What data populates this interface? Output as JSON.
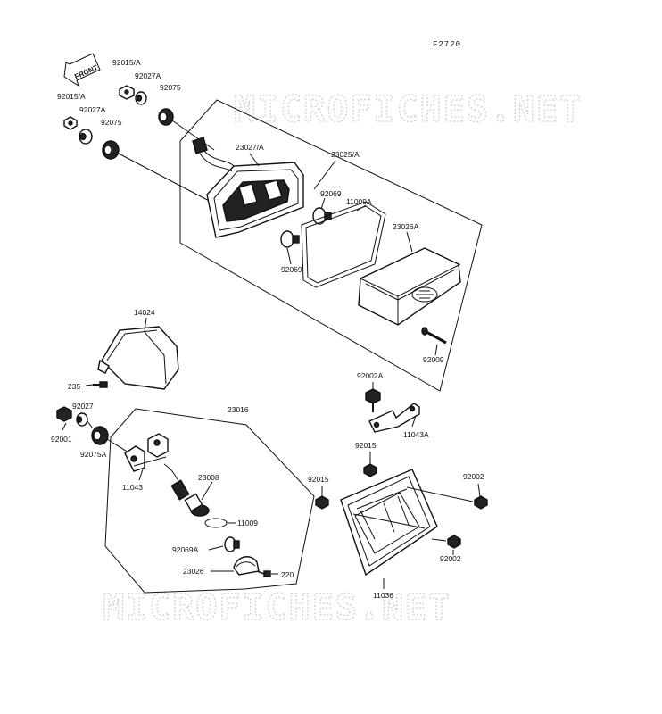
{
  "figure_code": "F2720",
  "front_label": "FRONT",
  "watermark": "MICROFICHES.NET",
  "labels": {
    "l92015A_top": "92015/A",
    "l92027A_top": "92027A",
    "l92075_top": "92075",
    "l92015A_left": "92015/A",
    "l92027A_left": "92027A",
    "l92075_left": "92075",
    "l23027A": "23027/A",
    "l23025A": "23025/A",
    "l92069_top": "92069",
    "l11009A": "11009A",
    "l23026A": "23026A",
    "l92069_bot": "92069",
    "l92009": "92009",
    "l14024": "14024",
    "l235": "235",
    "l23016": "23016",
    "l92027": "92027",
    "l92001": "92001",
    "l92075A": "92075A",
    "l11043": "11043",
    "l23008": "23008",
    "l11009": "11009",
    "l92069A": "92069A",
    "l23026": "23026",
    "l220": "220",
    "l92002A": "92002A",
    "l11043A": "11043A",
    "l92015_a": "92015",
    "l92015_b": "92015",
    "l92002_a": "92002",
    "l92002_b": "92002",
    "l11036": "11036"
  }
}
